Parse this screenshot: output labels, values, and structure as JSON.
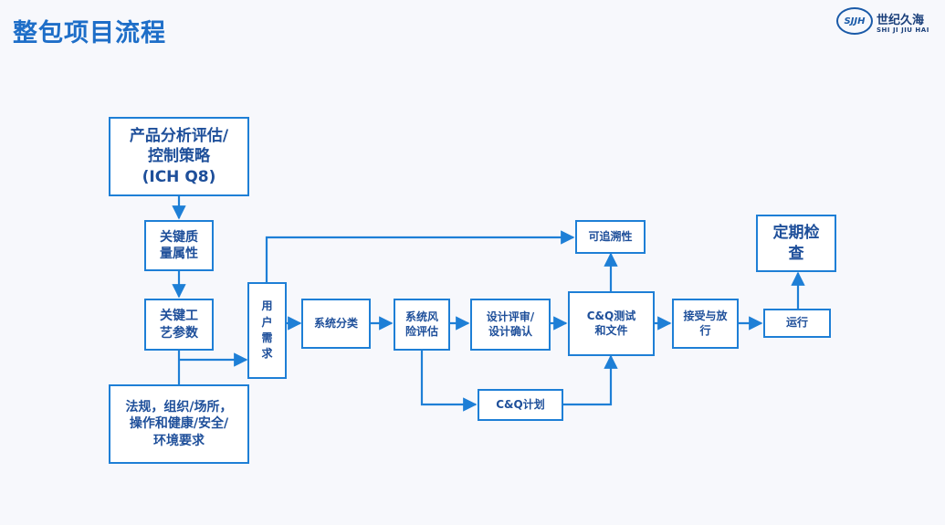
{
  "title": "整包项目流程",
  "logo": {
    "mark": "SJJH",
    "name": "世纪久海",
    "sub": "SHI JI JIU HAI"
  },
  "colors": {
    "accent": "#1e7fd6",
    "title": "#1e6ec8",
    "text": "#1e4f9a",
    "background": "#f7f8fc"
  },
  "nodes": {
    "product_analysis": "产品分析评估/\n控制策略\n(ICH Q8)",
    "cqa": "关键质\n量属性",
    "cpp": "关键工\n艺参数",
    "regulations": "法规，组织/场所，\n操作和健康/安全/\n环境要求",
    "user_requirements": "用\n户\n需\n求",
    "system_classification": "系统分类",
    "system_risk": "系统风\n险评估",
    "design_review": "设计评审/\n设计确认",
    "cq_testing": "C&Q测试\n和文件",
    "traceability": "可追溯性",
    "cq_plan": "C&Q计划",
    "acceptance": "接受与放\n行",
    "operation": "运行",
    "periodic_review": "定期检\n查"
  }
}
